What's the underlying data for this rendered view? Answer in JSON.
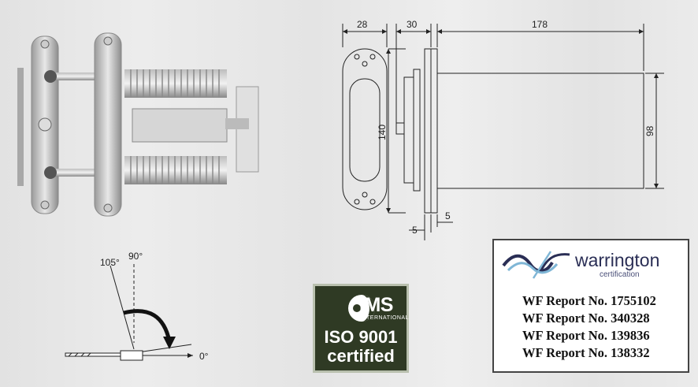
{
  "drawing": {
    "dim_width_plate": "28",
    "dim_depth_plate": "30",
    "dim_body_length": "178",
    "dim_plate_height": "140",
    "dim_body_height": "98",
    "dim_gap_left": "5",
    "dim_gap_right": "5"
  },
  "angle": {
    "label_105": "105°",
    "label_90": "90°",
    "label_0": "0°"
  },
  "ims": {
    "logo_text": "IMS",
    "logo_sub": "INTERNATIONAL",
    "iso": "ISO 9001",
    "certified": "certified"
  },
  "warrington": {
    "name": "warrington",
    "sub": "certification",
    "reports": [
      "WF Report No. 1755102",
      "WF Report No. 340328",
      "WF Report No. 139836",
      "WF Report No. 138332"
    ]
  },
  "colors": {
    "ims_bg": "#2f3a24",
    "warrington_blue": "#2a2e55",
    "warrington_accent": "#7fb6d6"
  }
}
